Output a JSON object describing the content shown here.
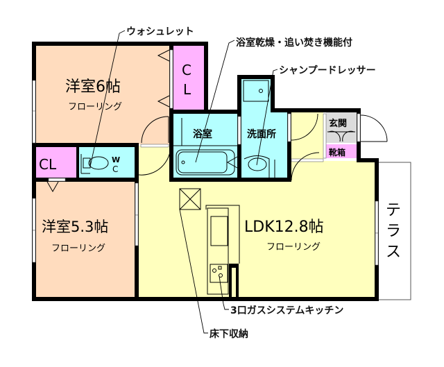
{
  "floorplan": {
    "colors": {
      "western_room": "#ffdcbe",
      "closet": "#ffb4ff",
      "wet_area": "#b4ffff",
      "ldk": "#ffffbe",
      "entrance": "#dcdcdc",
      "wall": "#000000",
      "terrace": "#ffffff"
    },
    "rooms": {
      "western_room_1": {
        "title": "洋室6帖",
        "floor": "フローリング"
      },
      "western_room_2": {
        "title": "洋室5.3帖",
        "floor": "フローリング"
      },
      "ldk": {
        "title": "LDK12.8帖",
        "floor": "フローリング"
      },
      "closet_1": {
        "line1": "C",
        "line2": "L"
      },
      "closet_2": {
        "label": "CL"
      },
      "toilet": {
        "line1": "W",
        "line2": "C"
      },
      "bathroom": {
        "label": "浴室"
      },
      "washroom": {
        "label": "洗面所"
      },
      "entrance": {
        "label": "玄関"
      },
      "shoe_box": {
        "label": "靴箱"
      },
      "terrace": {
        "line1": "テ",
        "line2": "ラ",
        "line3": "ス"
      }
    },
    "callouts": {
      "washlet": "ウォシュレット",
      "bath_dryer": "浴室乾燥・追い焚き機能付",
      "shampoo_dresser": "シャンプードレッサー",
      "gas_kitchen": "3口ガスシステムキッチン",
      "underfloor_storage": "床下収納"
    }
  }
}
